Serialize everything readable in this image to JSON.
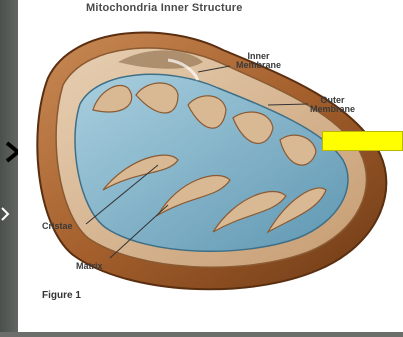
{
  "title": "Mitochondria Inner Structure",
  "labels": {
    "inner_membrane": [
      "Inner",
      "Membrane"
    ],
    "outer_membrane": [
      "Outer",
      "Membrane"
    ],
    "cristae": "Cristae",
    "matrix": "Matrix"
  },
  "figure_caption": "Figure 1",
  "colors": {
    "outer_shell": "#9c5a2a",
    "matrix_blue": "#7fb2c8",
    "highlight": "#ffff00"
  }
}
